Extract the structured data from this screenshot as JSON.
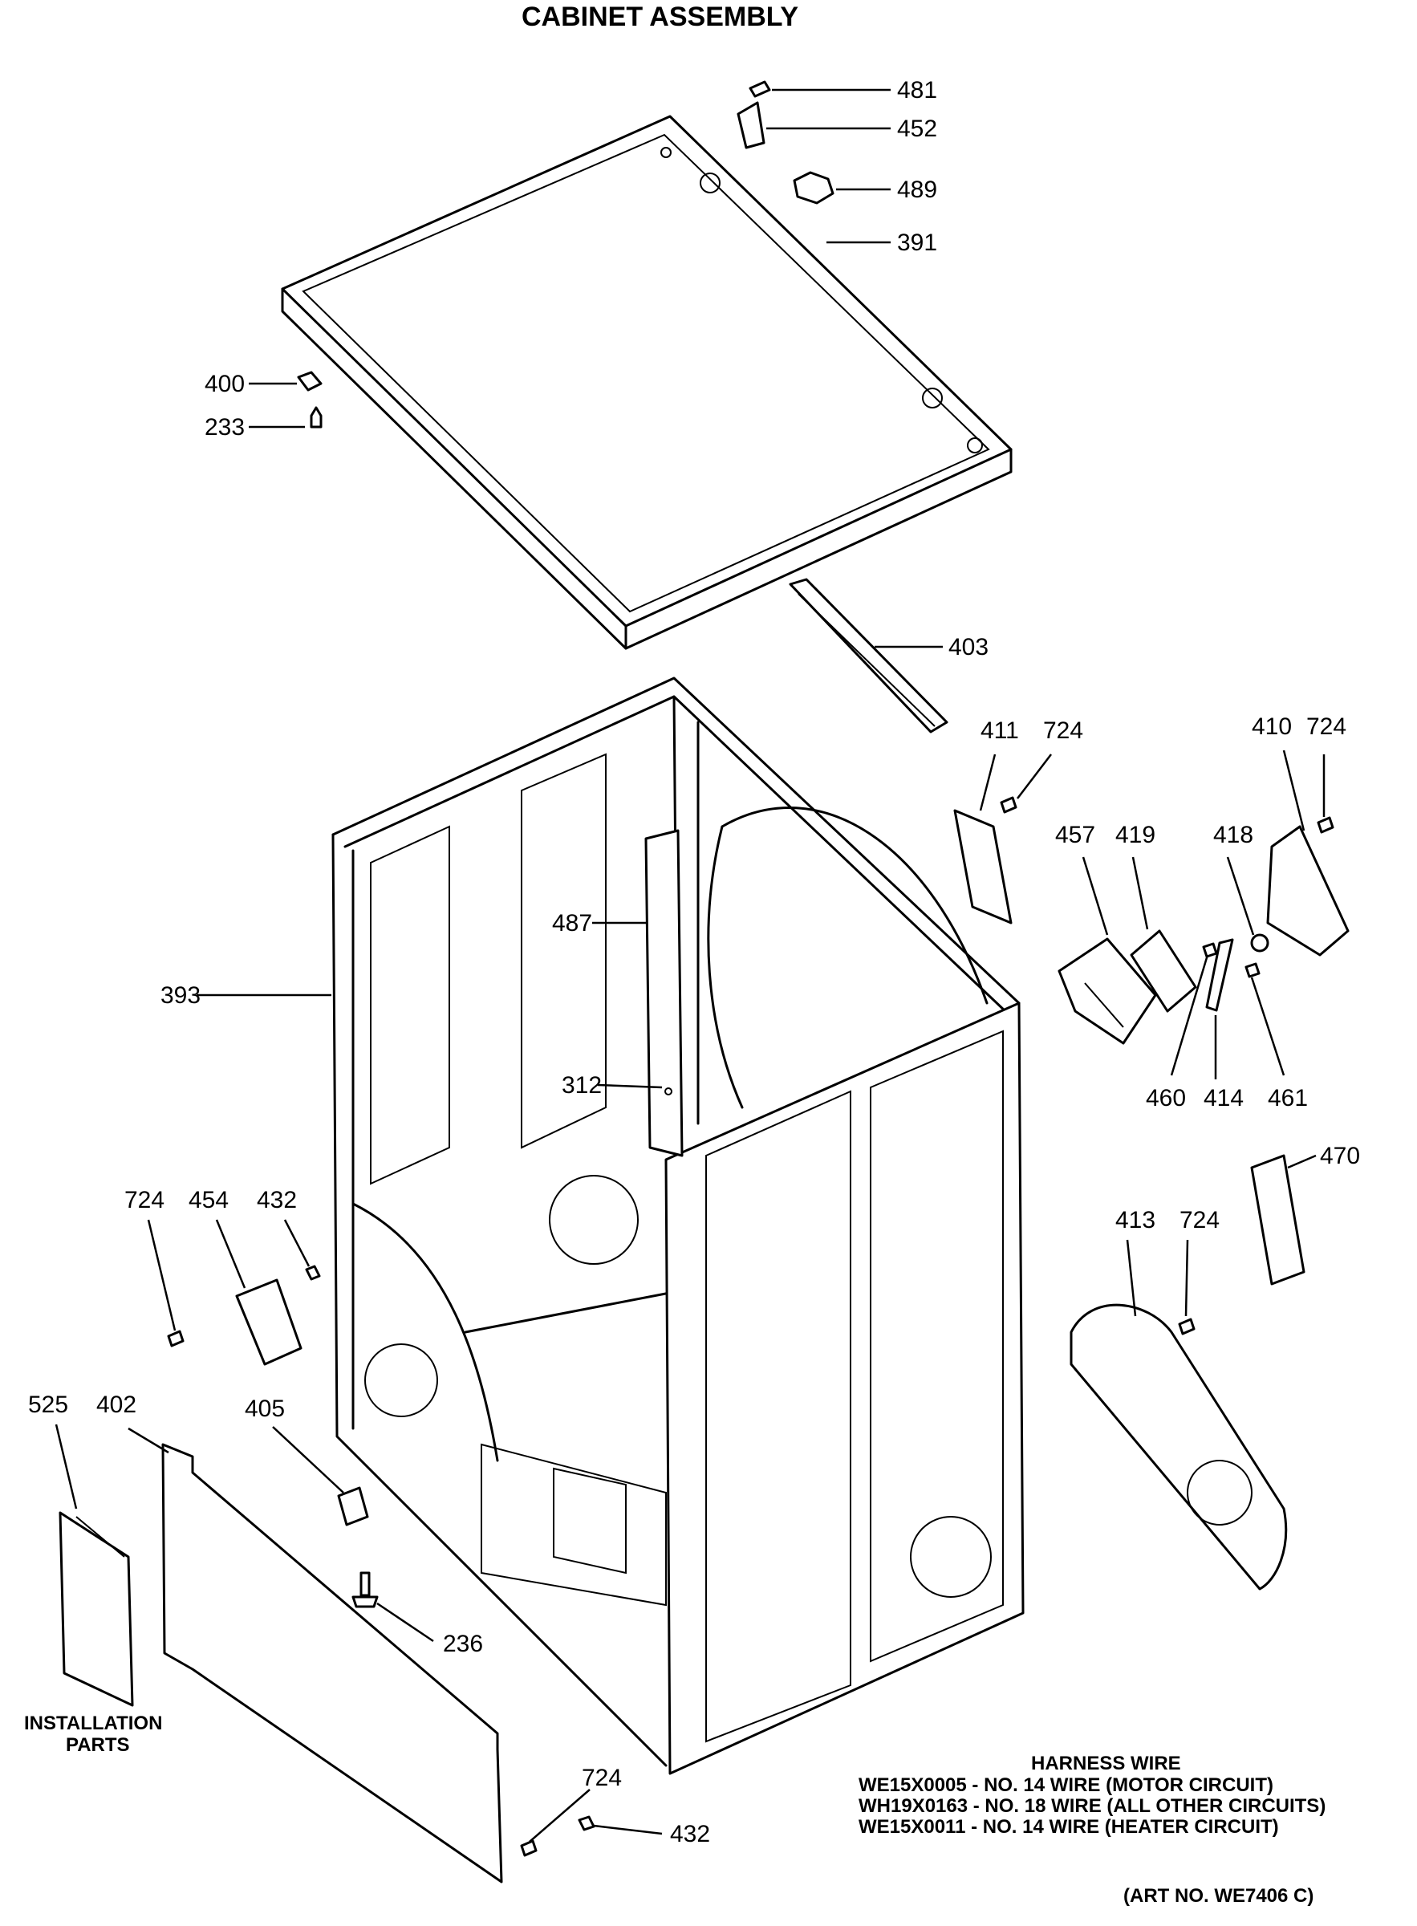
{
  "title": "CABINET ASSEMBLY",
  "labels": {
    "p481": "481",
    "p452": "452",
    "p489": "489",
    "p391": "391",
    "p400": "400",
    "p233": "233",
    "p403": "403",
    "p411": "411",
    "p724a": "724",
    "p410": "410",
    "p724b": "724",
    "p457": "457",
    "p419": "419",
    "p418": "418",
    "p487": "487",
    "p393": "393",
    "p312": "312",
    "p460": "460",
    "p414": "414",
    "p461": "461",
    "p470": "470",
    "p724c": "724",
    "p454": "454",
    "p432a": "432",
    "p413": "413",
    "p724d": "724",
    "p525": "525",
    "p402": "402",
    "p405": "405",
    "p236": "236",
    "p724e": "724",
    "p432b": "432"
  },
  "installation": {
    "line1": "INSTALLATION",
    "line2": "PARTS"
  },
  "harness": {
    "heading": "HARNESS WIRE",
    "lines": [
      "WE15X0005 - NO. 14 WIRE (MOTOR CIRCUIT)",
      "WH19X0163 - NO. 18 WIRE (ALL OTHER CIRCUITS)",
      "WE15X0011 - NO. 14 WIRE (HEATER CIRCUIT)"
    ]
  },
  "art_no": "(ART NO. WE7406 C)"
}
